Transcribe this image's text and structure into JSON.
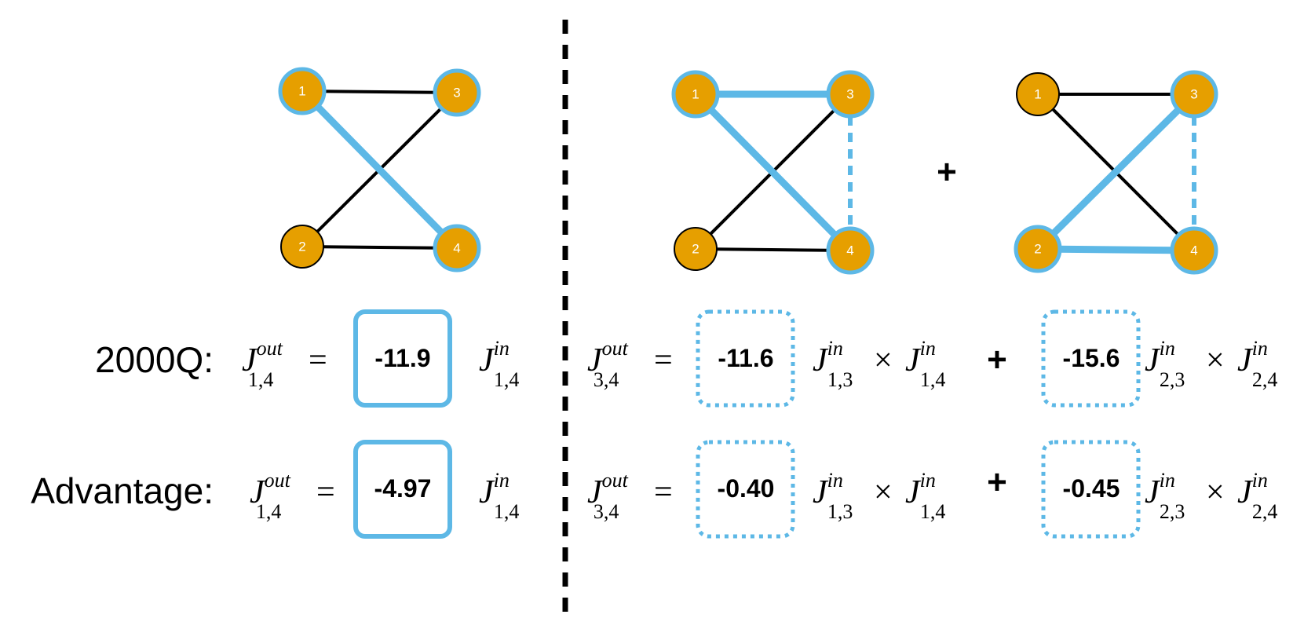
{
  "colors": {
    "node_fill": "#E69F00",
    "highlight_blue": "#5DB8E6",
    "edge_black": "#000000"
  },
  "graphs": [
    {
      "nodes": [
        {
          "label": "1",
          "highlighted": true
        },
        {
          "label": "3",
          "highlighted": true
        },
        {
          "label": "2",
          "highlighted": false
        },
        {
          "label": "4",
          "highlighted": true
        }
      ]
    },
    {
      "nodes": [
        {
          "label": "1",
          "highlighted": true
        },
        {
          "label": "3",
          "highlighted": true
        },
        {
          "label": "2",
          "highlighted": false
        },
        {
          "label": "4",
          "highlighted": true
        }
      ]
    },
    {
      "nodes": [
        {
          "label": "1",
          "highlighted": false
        },
        {
          "label": "3",
          "highlighted": true
        },
        {
          "label": "2",
          "highlighted": true
        },
        {
          "label": "4",
          "highlighted": true
        }
      ]
    }
  ],
  "graph_plus": "+",
  "rows": [
    {
      "label": "2000Q:",
      "direct_coef": "-11.9",
      "coef_a": "-11.6",
      "coef_b": "-15.6",
      "plus": "+"
    },
    {
      "label": "Advantage:",
      "direct_coef": "-4.97",
      "coef_a": "-0.40",
      "coef_b": "-0.45",
      "plus": "+"
    }
  ],
  "math": {
    "J": "J",
    "out": "out",
    "in": "in",
    "equals": "=",
    "times": "×",
    "idx_14": "1,4",
    "idx_34": "3,4",
    "idx_13": "1,3",
    "idx_23": "2,3",
    "idx_24": "2,4"
  }
}
